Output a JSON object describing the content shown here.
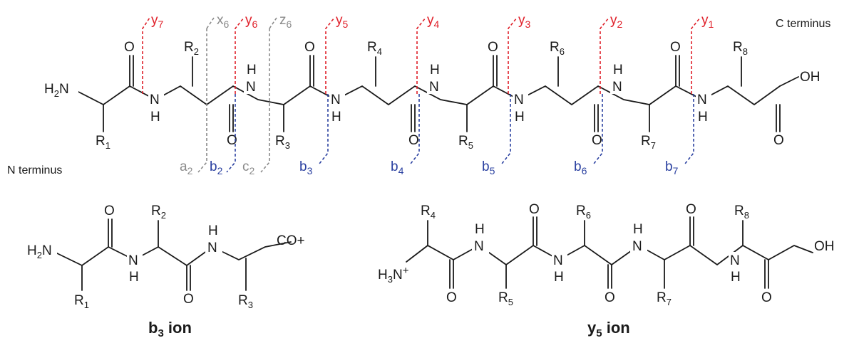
{
  "terminals": {
    "n_terminus": "N terminus",
    "c_terminus": "C terminus"
  },
  "atoms": {
    "h2n": "H2N",
    "h3n": "H3N",
    "plus": "+",
    "n": "N",
    "h": "H",
    "o": "O",
    "oh": "OH",
    "co_plus": "CO+",
    "r": "R"
  },
  "r_groups": [
    "1",
    "2",
    "3",
    "4",
    "5",
    "6",
    "7",
    "8"
  ],
  "fragments": {
    "y": [
      "y7",
      "y6",
      "y5",
      "y4",
      "y3",
      "y2",
      "y1"
    ],
    "b": [
      "b2",
      "b3",
      "b4",
      "b5",
      "b6",
      "b7"
    ],
    "a": "a2",
    "c": "c2",
    "x": "x6",
    "z": "z6"
  },
  "titles": {
    "b3_ion": "b3 ion",
    "y5_ion": "y5 ion"
  },
  "colors": {
    "red": "#e0202a",
    "blue": "#2a40a0",
    "gray": "#8a8a8a",
    "black": "#1a1a1a"
  }
}
